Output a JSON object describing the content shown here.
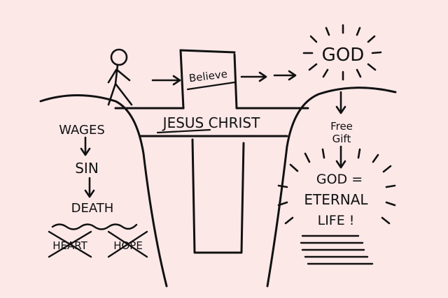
{
  "background": "#fde8e8",
  "ink": "#111111",
  "top": {
    "believe": "Believe",
    "god": "GOD"
  },
  "bridge": {
    "title": "JESUS CHRIST"
  },
  "left_cliff": {
    "wages": "WAGES",
    "sin": "SIN",
    "death": "DEATH",
    "heart": "HEART",
    "hope": "HOPE"
  },
  "right_cliff": {
    "free": "Free",
    "gift": "Gift",
    "eternal_line1": "GOD =",
    "eternal_line2": "ETERNAL",
    "eternal_line3": "LIFE !"
  },
  "icons": [
    "stick-figure-icon",
    "sunburst-icon",
    "arrow-icon",
    "cross-icon"
  ]
}
